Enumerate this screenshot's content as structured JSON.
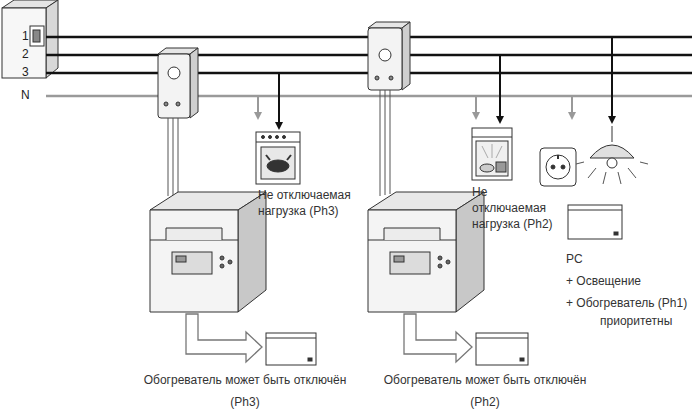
{
  "diagram": {
    "nodes": [
      {
        "text": [
          "Не отключаемая нагрузка (Ph3)"
        ]
      },
      {
        "text": [
          "Не отключаемая нагрузка (Ph2)"
        ]
      },
      {
        "text": [
          "Обогреватель может быть отключён",
          "(Ph3)"
        ]
      },
      {
        "text": [
          "Обогреватель может быть отключён",
          "(Ph2)"
        ]
      }
    ],
    "labels": [
      "1",
      "2",
      "3",
      "N",
      "PC",
      "+ Освещение",
      "+ Обогреватель (Ph1)",
      "приоритетны"
    ]
  }
}
